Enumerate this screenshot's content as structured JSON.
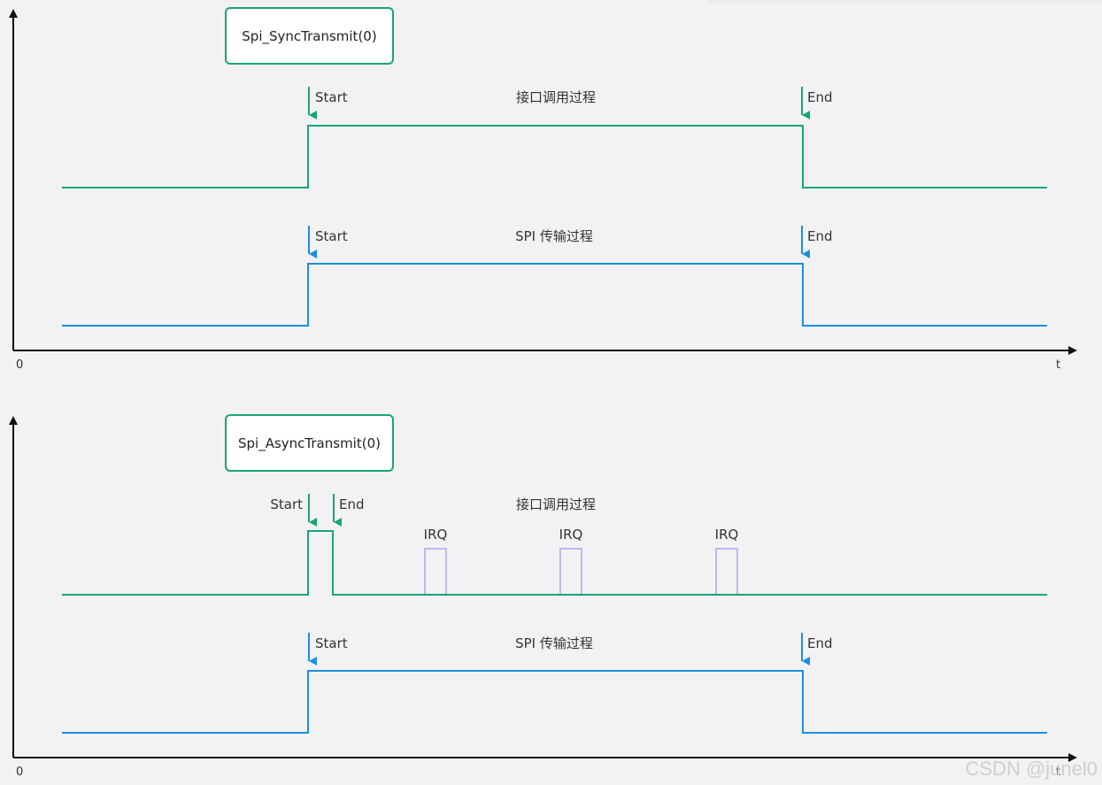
{
  "colors": {
    "green": "#17a673",
    "blue": "#1a8fe3",
    "irq": "#c4b4f2",
    "axis": "#111111",
    "background": "#f2f2f4"
  },
  "top": {
    "func_box": "Spi_SyncTransmit(0)",
    "interface": {
      "label": "接口调用过程",
      "start": "Start",
      "end": "End"
    },
    "spi": {
      "label": "SPI 传输过程",
      "start": "Start",
      "end": "End"
    },
    "axis": {
      "origin": "0",
      "t": "t"
    }
  },
  "bottom": {
    "func_box": "Spi_AsyncTransmit(0)",
    "interface": {
      "label": "接口调用过程",
      "start": "Start",
      "end": "End"
    },
    "irq": [
      "IRQ",
      "IRQ",
      "IRQ"
    ],
    "spi": {
      "label": "SPI 传输过程",
      "start": "Start",
      "end": "End"
    },
    "axis": {
      "origin": "0",
      "t": "t"
    }
  },
  "watermark": "CSDN @junel0"
}
